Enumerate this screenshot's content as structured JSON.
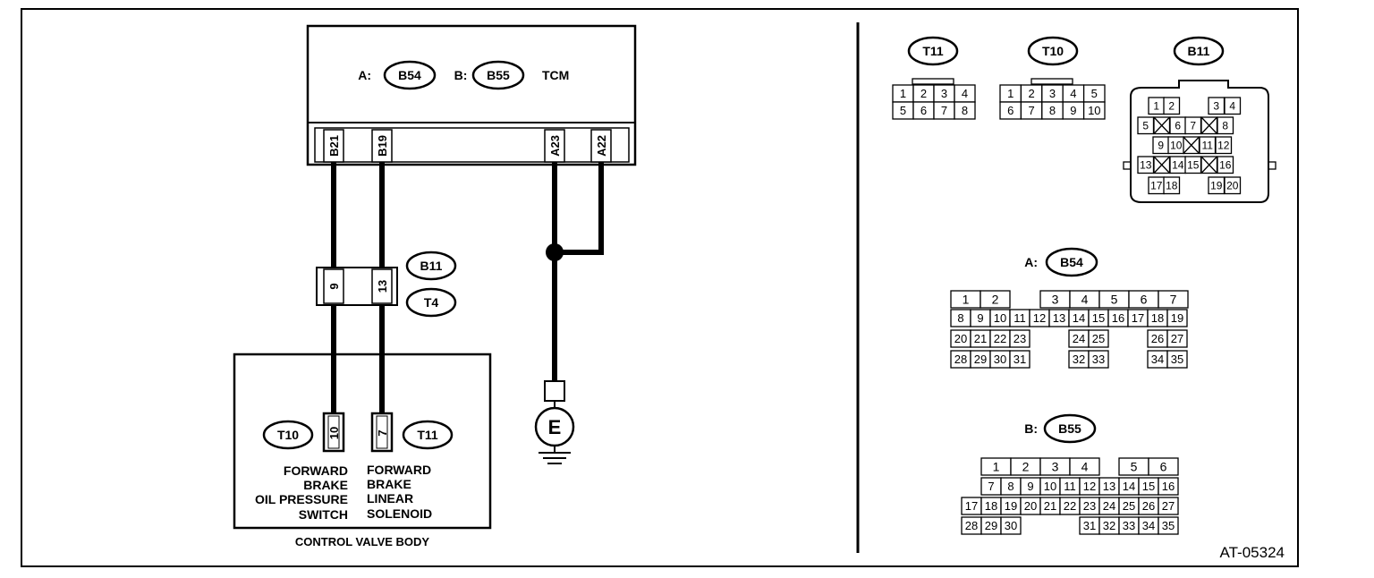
{
  "tcm": {
    "a_prefix": "A:",
    "a_code": "B54",
    "b_prefix": "B:",
    "b_code": "B55",
    "name": "TCM",
    "pins": [
      "B21",
      "B19",
      "A23",
      "A22"
    ]
  },
  "joint": {
    "code1": "B11",
    "code2": "T4",
    "pin_left": "9",
    "pin_right": "13"
  },
  "ground_label": "E",
  "control_valve_body": {
    "title": "CONTROL VALVE BODY",
    "left_code": "T10",
    "left_pin": "10",
    "right_code": "T11",
    "right_pin": "7",
    "switch_label": [
      "FORWARD",
      "BRAKE",
      "OIL PRESSURE",
      "SWITCH"
    ],
    "solenoid_label": [
      "FORWARD",
      "BRAKE",
      "LINEAR",
      "SOLENOID"
    ]
  },
  "connectors": {
    "t11": {
      "code": "T11",
      "row1": [
        "1",
        "2",
        "3",
        "4"
      ],
      "row2": [
        "5",
        "6",
        "7",
        "8"
      ]
    },
    "t10": {
      "code": "T10",
      "row1": [
        "1",
        "2",
        "3",
        "4",
        "5"
      ],
      "row2": [
        "6",
        "7",
        "8",
        "9",
        "10"
      ]
    },
    "b11": {
      "code": "B11",
      "rows": [
        [
          "1",
          "2",
          "",
          "3",
          "4"
        ],
        [
          "5",
          "X",
          "6",
          "7",
          "X",
          "8"
        ],
        [
          "9",
          "10",
          "X",
          "11",
          "12"
        ],
        [
          "13",
          "X",
          "14",
          "15",
          "X",
          "16"
        ],
        [
          "17",
          "18",
          "",
          "19",
          "20"
        ]
      ]
    },
    "a_b54": {
      "prefix": "A:",
      "code": "B54",
      "row1": [
        "1",
        "2",
        "3",
        "4",
        "5",
        "6",
        "7"
      ],
      "row2": [
        "8",
        "9",
        "10",
        "11",
        "12",
        "13",
        "14",
        "15",
        "16",
        "17",
        "18",
        "19"
      ],
      "row3": [
        "20",
        "21",
        "22",
        "23",
        "24",
        "25",
        "26",
        "27"
      ],
      "row4": [
        "28",
        "29",
        "30",
        "31",
        "32",
        "33",
        "34",
        "35"
      ]
    },
    "b_b55": {
      "prefix": "B:",
      "code": "B55",
      "row1": [
        "1",
        "2",
        "3",
        "4",
        "5",
        "6"
      ],
      "row2": [
        "7",
        "8",
        "9",
        "10",
        "11",
        "12",
        "13",
        "14",
        "15",
        "16"
      ],
      "row3": [
        "17",
        "18",
        "19",
        "20",
        "21",
        "22",
        "23",
        "24",
        "25",
        "26",
        "27"
      ],
      "row4": [
        "28",
        "29",
        "30",
        "31",
        "32",
        "33",
        "34",
        "35"
      ]
    }
  },
  "figure_id": "AT-05324"
}
